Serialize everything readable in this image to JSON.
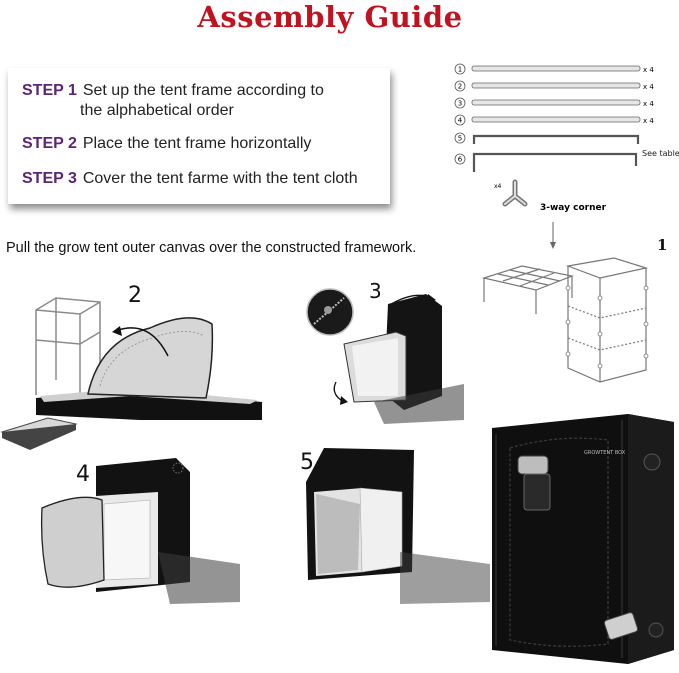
{
  "title": "Assembly Guide",
  "steps": [
    {
      "label": "STEP 1",
      "text": "Set up the tent frame according to",
      "continuation": "the alphabetical order"
    },
    {
      "label": "STEP 2",
      "text": "Place the tent frame horizontally"
    },
    {
      "label": "STEP 3",
      "text": "Cover the tent farme with the tent cloth"
    }
  ],
  "instruction": "Pull the grow tent outer canvas over the constructed framework.",
  "parts": [
    {
      "index": "1",
      "qty": "x 4"
    },
    {
      "index": "2",
      "qty": "x 4"
    },
    {
      "index": "3",
      "qty": "x 4"
    },
    {
      "index": "4",
      "qty": "x 4"
    },
    {
      "index": "5",
      "qty": ""
    },
    {
      "index": "6",
      "qty": ""
    }
  ],
  "see_table": "See table",
  "corner_qty": "x4",
  "corner_label": "3-way corner",
  "figure_numbers": {
    "frame": "1",
    "step2": "2",
    "step3": "3",
    "step4": "4",
    "step5": "5"
  },
  "brand_label": "GROWTENT BOX"
}
